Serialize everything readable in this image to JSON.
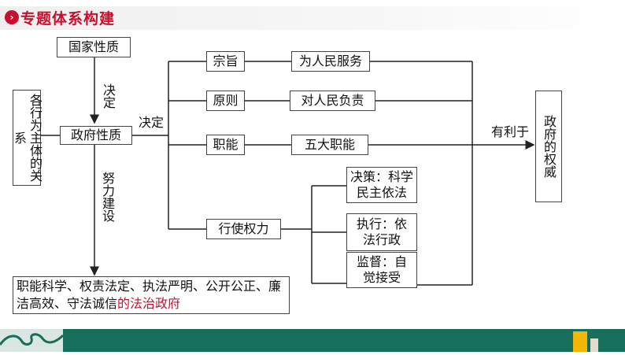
{
  "header": {
    "icon": "chevron-right-icon",
    "title": "专题体系构建"
  },
  "nodes": {
    "national_nature": "国家性质",
    "decides_1": "决定",
    "relations_subject": "各行为主体的关系",
    "gov_nature": "政府性质",
    "decides_2": "决定",
    "build_effort": "努力建设",
    "purpose": "宗旨",
    "principle": "原则",
    "functions": "职能",
    "exercise_power": "行使权力",
    "serve_people": "为人民服务",
    "responsible_people": "对人民负责",
    "five_functions": "五大职能",
    "decision": "决策：科学民主依法",
    "execution": "执行：依法行政",
    "supervision": "监督：自觉接受",
    "beneficial": "有利于",
    "gov_authority": "政府的权威"
  },
  "result": {
    "text": "职能科学、权责法定、执法严明、公开公正、廉洁高效、守法诚信",
    "highlight": "的法治政府"
  },
  "colors": {
    "accent": "#c8102e",
    "footer": "#176e5b",
    "footer_yellow": "#f2b705"
  }
}
